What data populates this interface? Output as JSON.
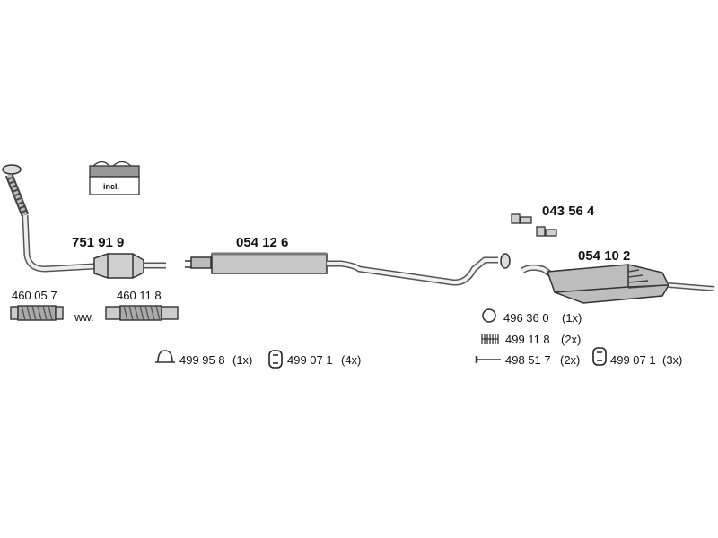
{
  "parts": {
    "downpipe": "751 91 9",
    "centre_silencer": "054 12 6",
    "rear_silencer": "054 10 2",
    "bracket_set": "043 56 4",
    "flex_a": "460 05 7",
    "flex_b": "460 11 8",
    "flex_connector": "ww."
  },
  "incl_label": "incl.",
  "hardware": {
    "clamp": {
      "number": "499 95 8",
      "qty": "(1x)"
    },
    "rubber_left": {
      "number": "499 07 1",
      "qty": "(4x)"
    },
    "ring": {
      "number": "496 36 0",
      "qty": "(1x)"
    },
    "spring": {
      "number": "499 11 8",
      "qty": "(2x)"
    },
    "bolt": {
      "number": "498 51 7",
      "qty": "(2x)"
    },
    "rubber_right": {
      "number": "499 07 1",
      "qty": "(3x)"
    }
  },
  "colors": {
    "line": "#333333",
    "fill_light": "#d8d8d8",
    "fill_dark": "#8c8c8c"
  }
}
